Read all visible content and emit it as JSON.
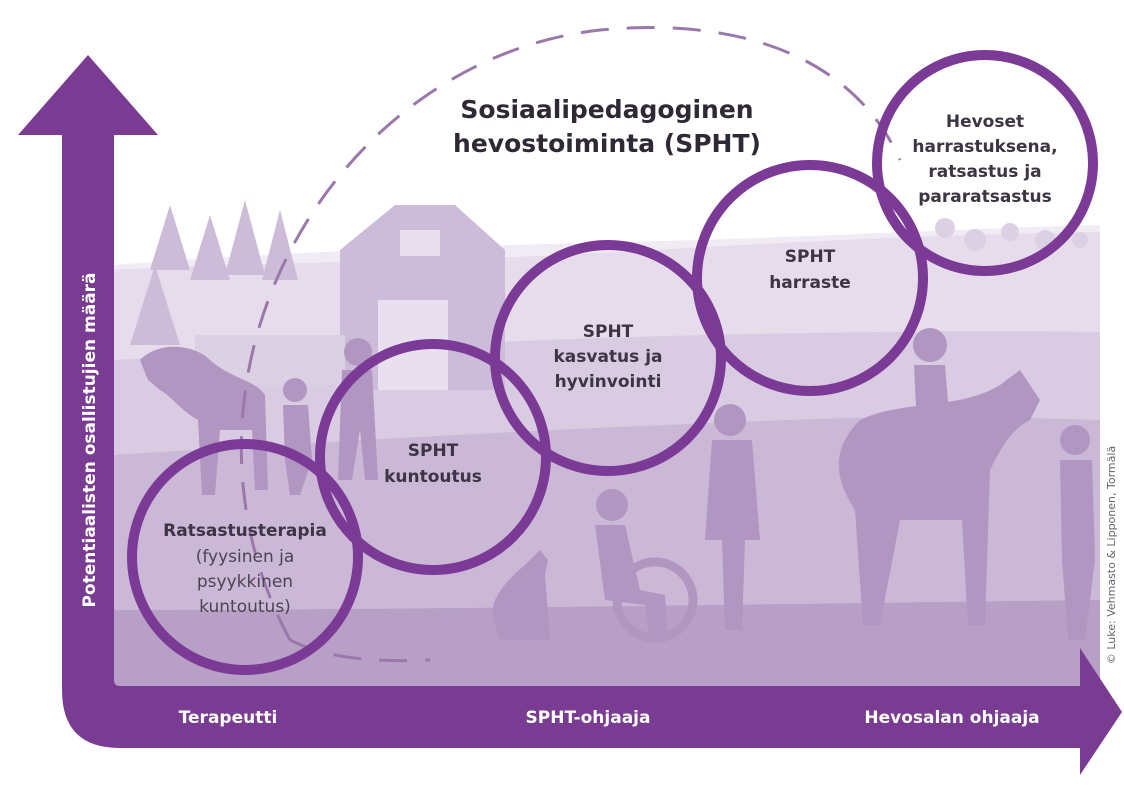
{
  "title": {
    "line1": "Sosiaalipedagoginen",
    "line2": "hevostoiminta (SPHT)"
  },
  "y_axis": {
    "label": "Potentiaalisten osallistujien määrä"
  },
  "x_axis": {
    "labels": [
      "Terapeutti",
      "SPHT-ohjaaja",
      "Hevosalan ohjaaja"
    ]
  },
  "circles": [
    {
      "lines_bold": [
        "Ratsastusterapia"
      ],
      "lines_regular": [
        "(fyysinen ja",
        "psyykkinen",
        "kuntoutus)"
      ]
    },
    {
      "lines_bold": [
        "SPHT",
        "kuntoutus"
      ],
      "lines_regular": []
    },
    {
      "lines_bold": [
        "SPHT",
        "kasvatus ja",
        "hyvinvointi"
      ],
      "lines_regular": []
    },
    {
      "lines_bold": [
        "SPHT",
        "harraste"
      ],
      "lines_regular": []
    },
    {
      "lines_bold": [
        "Hevoset",
        "harrastuksena,",
        "ratsastus ja",
        "pararatsastus"
      ],
      "lines_regular": []
    }
  ],
  "credit": "© Luke: Vehmasto & Lipponen, Tormälä",
  "colors": {
    "accent": "#7b3a95",
    "arrow": "#7a3c92",
    "landscape_light": "#e9e2ee",
    "landscape_mid": "#d6c9df",
    "landscape_dark": "#bba6c9",
    "silhouette": "#a486b3",
    "dashed": "#9a79aa"
  }
}
